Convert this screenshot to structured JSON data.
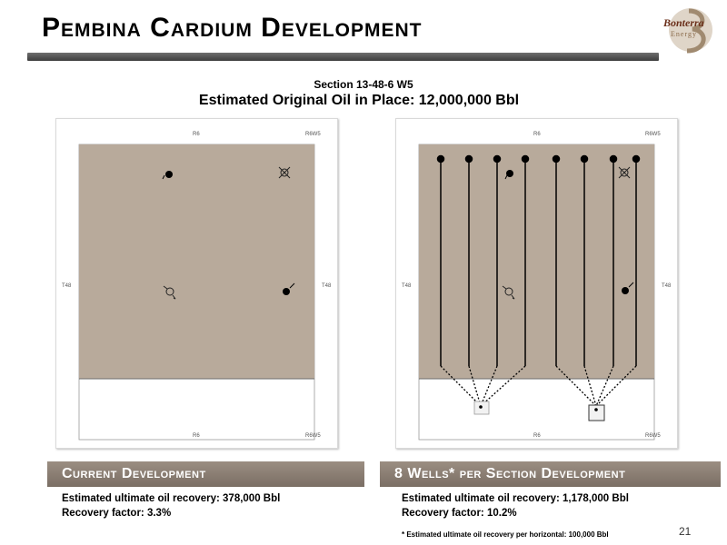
{
  "slide": {
    "title": "Pembina Cardium Development",
    "logo_text": "Bonterra",
    "logo_sub": "Energy",
    "subtitle": "Section 13-48-6 W5",
    "heading": "Estimated Original Oil in Place: 12,000,000 Bbl",
    "page_number": "21",
    "footnote": "* Estimated ultimate oil recovery per horizontal: 100,000 Bbl"
  },
  "left_map": {
    "top_label_center": "R6",
    "top_label_right": "R6W5",
    "side_label_left": "T48",
    "side_label_right": "T48",
    "bottom_label_center": "R6",
    "bottom_label_right": "R6W5"
  },
  "right_map": {
    "top_label_center": "R6",
    "top_label_right": "R6W5",
    "side_label_left": "T48",
    "side_label_right": "T48",
    "bottom_label_center": "R6",
    "bottom_label_right": "R6W5"
  },
  "left_panel": {
    "banner": "Current Development",
    "recovery": "Estimated ultimate oil recovery: 378,000 Bbl",
    "factor": "Recovery factor: 3.3%"
  },
  "right_panel": {
    "banner": "8 Wells*  per Section Development",
    "recovery": "Estimated ultimate oil recovery: 1,178,000 Bbl",
    "factor": "Recovery factor: 10.2%"
  },
  "colors": {
    "section_fill": "#b8aa9b",
    "banner": "#8a7e72",
    "title_rule": "#555555"
  },
  "icons": [
    "oil-well-icon",
    "abandoned-well-icon",
    "injection-well-icon",
    "pad-site-icon"
  ]
}
